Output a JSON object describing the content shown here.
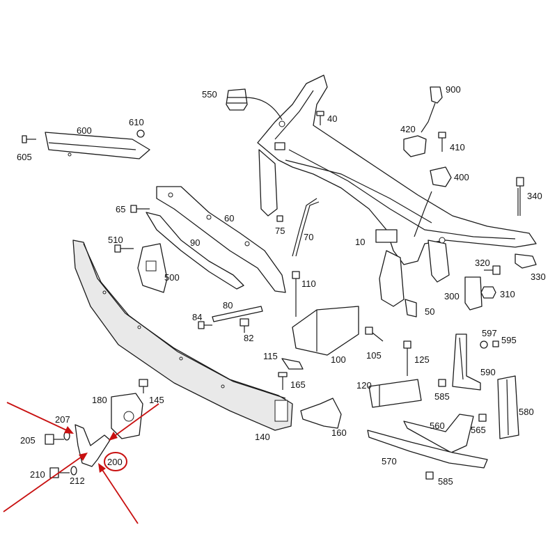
{
  "colors": {
    "line": "#1a1a1a",
    "highlight": "#c81010",
    "background": "#ffffff"
  },
  "highlighted_part": "200",
  "labels": {
    "p550": "550",
    "p900": "900",
    "p40": "40",
    "p420": "420",
    "p410": "410",
    "p600": "600",
    "p610": "610",
    "p605": "605",
    "p400": "400",
    "p340": "340",
    "p65": "65",
    "p60": "60",
    "p75": "75",
    "p70": "70",
    "p10": "10",
    "p510": "510",
    "p90": "90",
    "p500": "500",
    "p110": "110",
    "p320": "320",
    "p330": "330",
    "p300": "300",
    "p310": "310",
    "p50": "50",
    "p80": "80",
    "p84": "84",
    "p82": "82",
    "p597": "597",
    "p595": "595",
    "p105": "105",
    "p100": "100",
    "p115": "115",
    "p125": "125",
    "p165": "165",
    "p590": "590",
    "p120": "120",
    "p585a": "585",
    "p580": "580",
    "p180": "180",
    "p145": "145",
    "p207": "207",
    "p205": "205",
    "p560": "560",
    "p565": "565",
    "p140": "140",
    "p160": "160",
    "p200": "200",
    "p210": "210",
    "p212": "212",
    "p570": "570",
    "p585b": "585"
  }
}
